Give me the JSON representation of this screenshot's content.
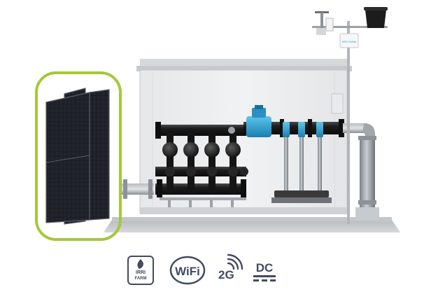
{
  "brand": {
    "logo_line1": "IRRI",
    "logo_line2": "FARM",
    "station_label": "IRRI FARM"
  },
  "badges": {
    "wifi": "WiFi",
    "network": "2G",
    "power": "DC"
  },
  "colors": {
    "highlight": "#a3c93a",
    "accent": "#2a9fd0",
    "pipe": "#1a1a1a",
    "steel": "#9a9ea3",
    "badge": "#434a62"
  }
}
